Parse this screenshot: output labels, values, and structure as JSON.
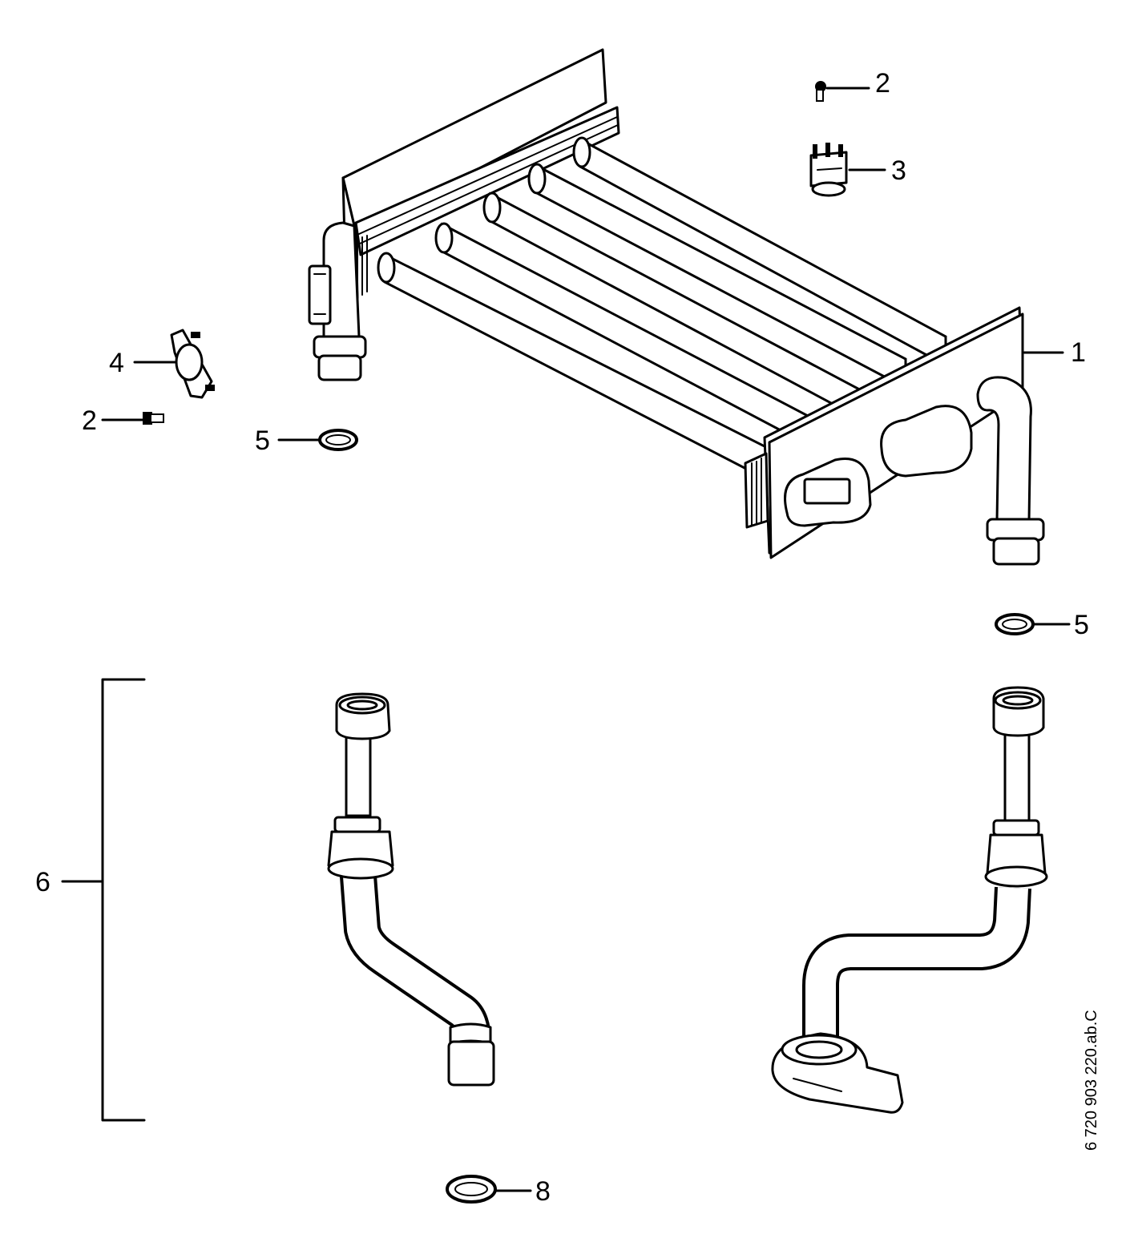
{
  "document_ref": "6 720 903 220.ab.C",
  "callouts": {
    "c1": "1",
    "c2a": "2",
    "c2b": "2",
    "c3": "3",
    "c4": "4",
    "c5a": "5",
    "c5b": "5",
    "c6": "6",
    "c8": "8"
  }
}
